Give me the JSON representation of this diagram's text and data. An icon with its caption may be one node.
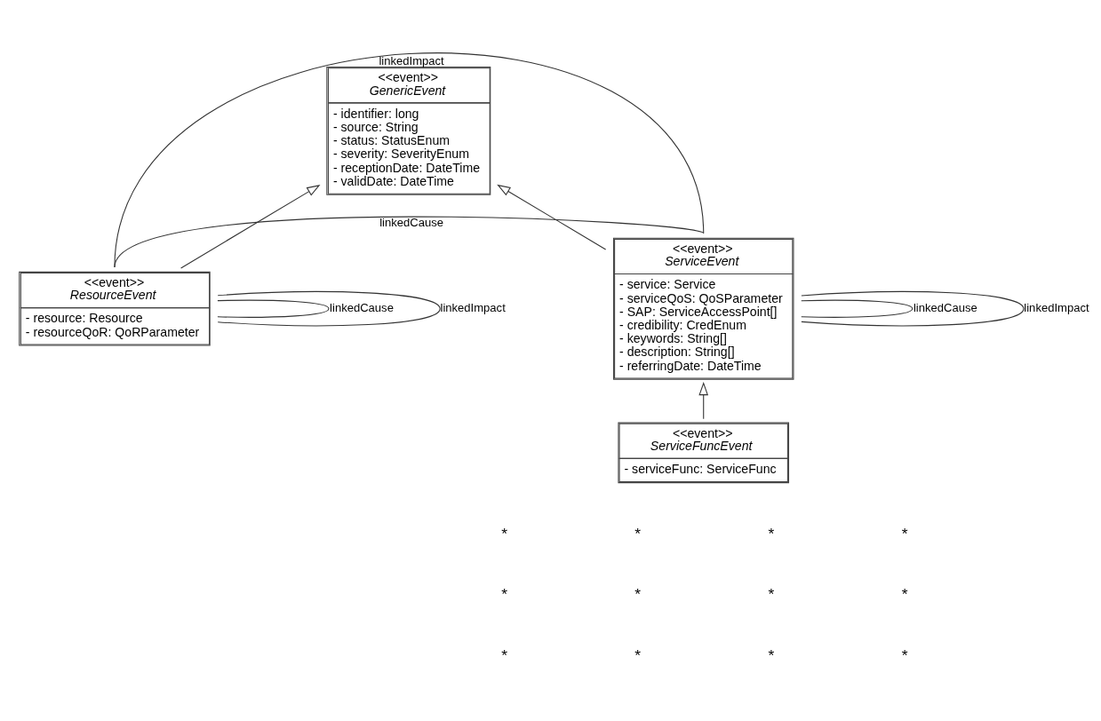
{
  "diagram": {
    "nodes": [
      {
        "text": [
          "<<event>>",
          "GenericEvent",
          "- identifier: long",
          "- source: String",
          "- status: StatusEnum",
          "- severity: SeverityEnum",
          "- receptionDate: DateTime",
          "- validDate: DateTime"
        ]
      },
      {
        "text": [
          "<<event>>",
          "ResourceEvent",
          "- resource: Resource",
          "- resourceQoR: QoRParameter"
        ]
      },
      {
        "text": [
          "<<event>>",
          "ServiceEvent",
          "- service: Service",
          "- serviceQoS: QoSParameter",
          "- SAP: ServiceAccessPoint[]",
          "- credibility: CredEnum",
          "- keywords: String[]",
          "- description: String[]",
          "- referringDate: DateTime"
        ]
      },
      {
        "text": [
          "<<event>>",
          "ServiceFuncEvent",
          "- serviceFunc: ServiceFunc"
        ]
      }
    ],
    "edges": [
      {
        "from": 1,
        "to": 0,
        "arrow": "to"
      },
      {
        "from": 2,
        "to": 0,
        "arrow": "to"
      },
      {
        "from": 1,
        "to": 2,
        "arrow": "none",
        "label": "linkedCause"
      },
      {
        "from": 1,
        "to": 2,
        "arrow": "none",
        "label": "linkedImpact"
      },
      {
        "from": 1,
        "to": 1,
        "arrow": "none",
        "label": "linkedCause"
      },
      {
        "from": 1,
        "to": 1,
        "arrow": "none",
        "label": "linkedImpact"
      },
      {
        "from": 2,
        "to": 2,
        "arrow": "none",
        "label": "linkedCause"
      },
      {
        "from": 2,
        "to": 2,
        "arrow": "none",
        "label": "linkedImpact"
      },
      {
        "from": 3,
        "to": 2,
        "arrow": "to"
      }
    ],
    "labels": [
      "*",
      "*",
      "*",
      "*",
      "*",
      "*",
      "*",
      "*",
      "*",
      "*",
      "*",
      "*"
    ]
  }
}
